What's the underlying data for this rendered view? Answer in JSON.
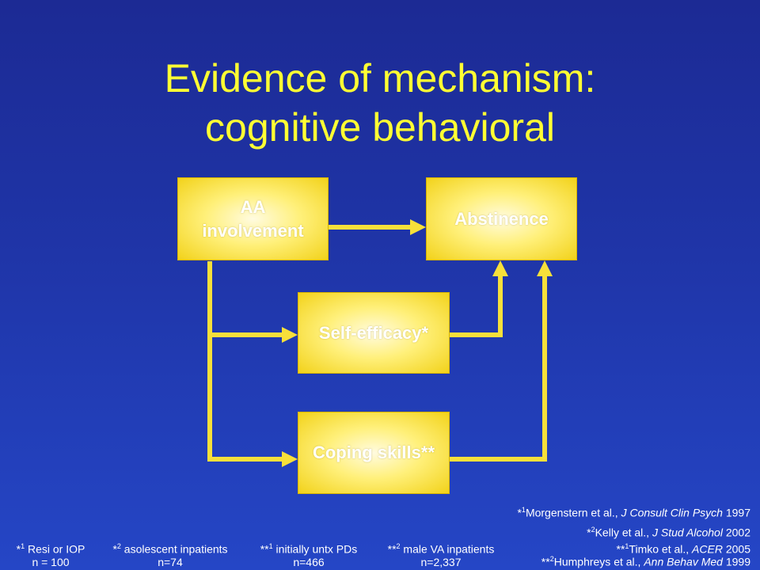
{
  "title": {
    "line1": "Evidence of mechanism:",
    "line2": "cognitive behavioral"
  },
  "diagram": {
    "nodes": {
      "aa": {
        "line1": "AA",
        "line2": "involvement"
      },
      "abstinence": {
        "label": "Abstinence"
      },
      "self_efficacy": {
        "label": "Self-efficacy*"
      },
      "coping": {
        "label": "Coping skills**"
      }
    },
    "edges": [
      {
        "from": "AA involvement",
        "to": "Abstinence"
      },
      {
        "from": "AA involvement",
        "to": "Self-efficacy*"
      },
      {
        "from": "AA involvement",
        "to": "Coping skills**"
      },
      {
        "from": "Self-efficacy*",
        "to": "Abstinence"
      },
      {
        "from": "Coping skills**",
        "to": "Abstinence"
      }
    ],
    "colors": {
      "box": "#f7e03a",
      "arrow": "#f7e03a",
      "node_text": "#ffffff",
      "title": "#ffff33"
    }
  },
  "references": {
    "morgenstern": {
      "mark": "*",
      "sup": "1",
      "text": "Morgenstern et al., ",
      "journal": "J Consult Clin Psych",
      "year": " 1997"
    },
    "kelly": {
      "mark": "*",
      "sup": "2",
      "text": "Kelly et al., ",
      "journal": "J Stud Alcohol",
      "year": " 2002"
    },
    "timko": {
      "mark": "**",
      "sup": "1",
      "text": "Timko et al., ",
      "journal": "ACER",
      "year": " 2005"
    },
    "humphreys": {
      "mark": "**",
      "sup": "2",
      "text": "Humphreys et al., ",
      "journal": "Ann Behav Med",
      "year": " 1999"
    }
  },
  "samples": [
    {
      "mark": "*",
      "sup": "1",
      "desc": " Resi or IOP",
      "n": "n = 100"
    },
    {
      "mark": "*",
      "sup": "2",
      "desc": " asolescent inpatients",
      "n": "n=74"
    },
    {
      "mark": "**",
      "sup": "1",
      "desc": " initially untx PDs",
      "n": "n=466"
    },
    {
      "mark": "**",
      "sup": "2",
      "desc": " male VA inpatients",
      "n": "n=2,337"
    }
  ]
}
